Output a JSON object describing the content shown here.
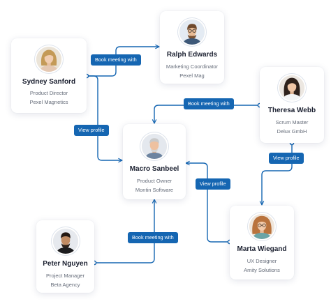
{
  "colors": {
    "connector": "#1566b2",
    "badge": "#1566b2",
    "text": "#1b2030",
    "muted": "#666d7a"
  },
  "people": {
    "sydney": {
      "name": "Sydney Sanford",
      "role": "Product Director",
      "org": "Pexel Magnetics"
    },
    "ralph": {
      "name": "Ralph Edwards",
      "role": "Marketing Coordinator",
      "org": "Pexel Mag"
    },
    "theresa": {
      "name": "Theresa Webb",
      "role": "Scrum Master",
      "org": "Delux GmbH"
    },
    "macro": {
      "name": "Macro Sanbeel",
      "role": "Product Owner",
      "org": "Montin Software"
    },
    "peter": {
      "name": "Peter Nguyen",
      "role": "Project Manager",
      "org": "Beta Agency"
    },
    "marta": {
      "name": "Marta Wiegand",
      "role": "UX Designer",
      "org": "Amity Solutions"
    }
  },
  "links": {
    "sydney_ralph": "Book meeting with",
    "sydney_macro": "View profile",
    "theresa_macro": "Book meeting with",
    "theresa_marta": "View profile",
    "marta_macro": "View profile",
    "peter_macro": "Book meeting with"
  }
}
